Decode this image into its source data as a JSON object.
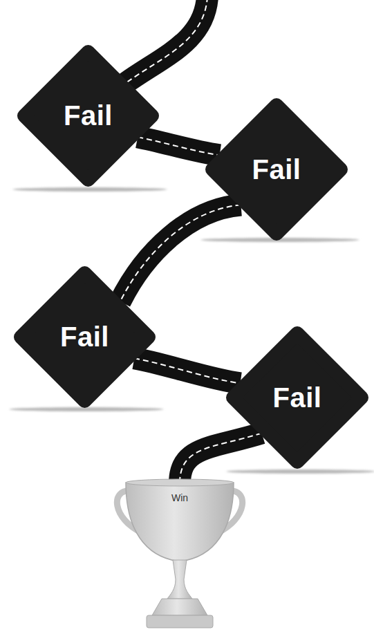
{
  "diagram": {
    "nodes": [
      {
        "text": [
          "Fail"
        ]
      },
      {
        "text": [
          "Fail"
        ]
      },
      {
        "text": [
          "Fail"
        ]
      },
      {
        "text": [
          "Fail"
        ]
      },
      {
        "text": [
          "Win"
        ]
      }
    ],
    "edges": [
      {
        "from": 0,
        "to": 1,
        "arrow": "none"
      },
      {
        "from": 1,
        "to": 2,
        "arrow": "none"
      },
      {
        "from": 2,
        "to": 3,
        "arrow": "none"
      },
      {
        "from": 3,
        "to": 4,
        "arrow": "none"
      }
    ]
  }
}
